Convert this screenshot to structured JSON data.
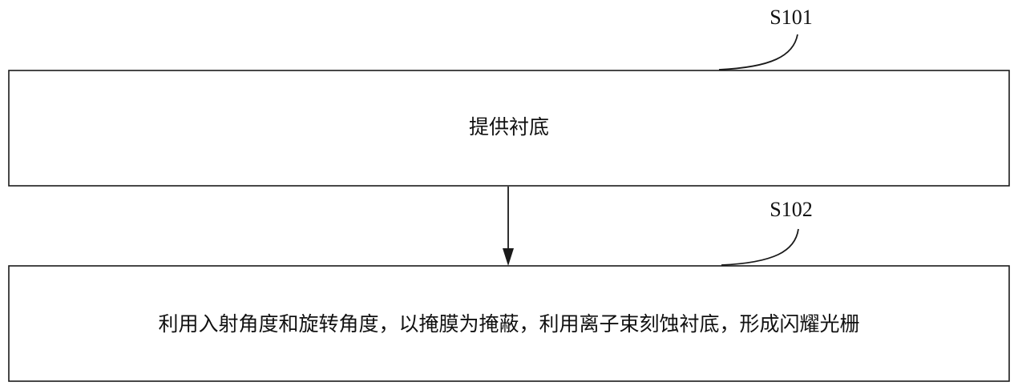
{
  "steps": [
    {
      "id": "S101",
      "text": "提供衬底"
    },
    {
      "id": "S102",
      "text": "利用入射角度和旋转角度，以掩膜为掩蔽，利用离子束刻蚀衬底，形成闪耀光栅"
    }
  ]
}
